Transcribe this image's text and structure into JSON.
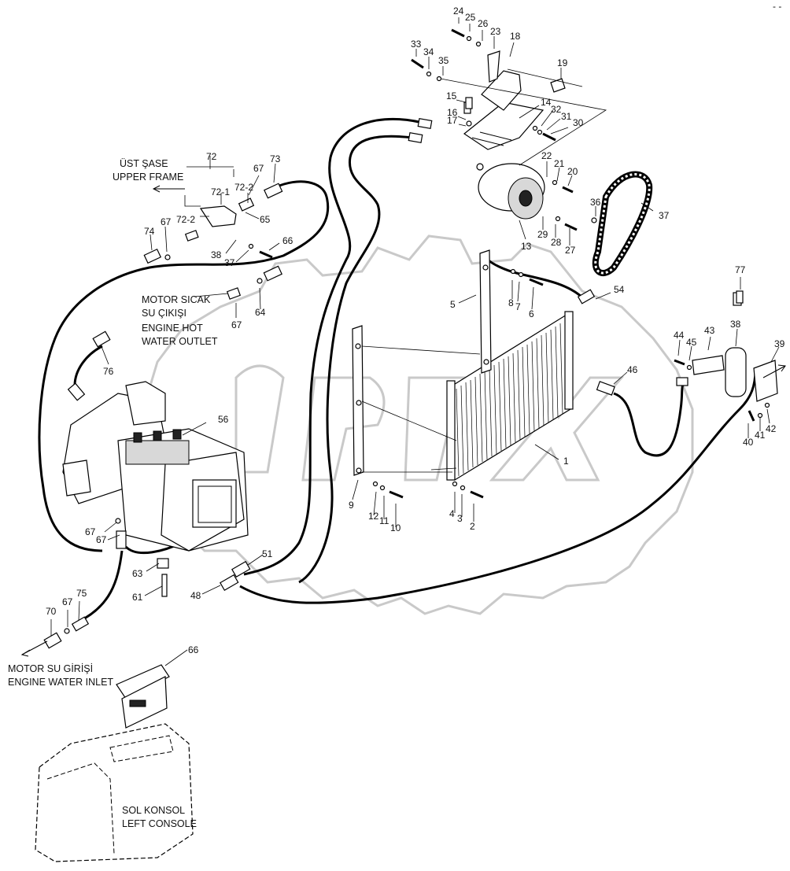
{
  "corner_mark": "- -",
  "captions": {
    "upper_frame_tr": "ÜST ŞASE",
    "upper_frame_en": "UPPER FRAME",
    "hot_outlet_tr_1": "MOTOR SICAK",
    "hot_outlet_tr_2": "SU ÇIKIŞI",
    "hot_outlet_en_1": "ENGINE HOT",
    "hot_outlet_en_2": "WATER OUTLET",
    "water_inlet_tr": "MOTOR SU GİRİŞİ",
    "water_inlet_en": "ENGINE WATER INLET",
    "left_console_tr": "SOL KONSOL",
    "left_console_en": "LEFT CONSOLE"
  },
  "part_numbers": [
    "24",
    "25",
    "26",
    "23",
    "18",
    "33",
    "34",
    "35",
    "19",
    "15",
    "14",
    "32",
    "16",
    "17",
    "31",
    "30",
    "72",
    "73",
    "67",
    "72-1",
    "72-2",
    "72-2",
    "65",
    "74",
    "67",
    "66",
    "38",
    "37",
    "22",
    "21",
    "20",
    "36",
    "37",
    "13",
    "29",
    "28",
    "27",
    "5",
    "8",
    "7",
    "6",
    "54",
    "77",
    "64",
    "67",
    "76",
    "56",
    "9",
    "1",
    "44",
    "45",
    "43",
    "38",
    "39",
    "46",
    "4",
    "3",
    "2",
    "12",
    "11",
    "10",
    "42",
    "41",
    "40",
    "67",
    "67",
    "63",
    "61",
    "51",
    "48",
    "70",
    "67",
    "75",
    "66"
  ]
}
